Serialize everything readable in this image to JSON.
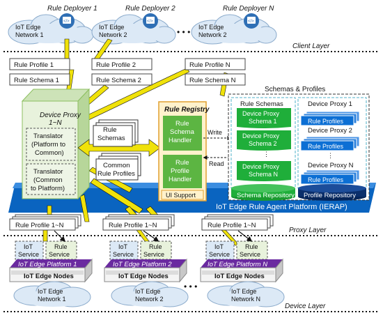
{
  "deployers": [
    {
      "label": "Rule Deployer 1",
      "network": [
        "IoT Edge",
        "Network 1"
      ]
    },
    {
      "label": "Rule Deployer 2",
      "network": [
        "IoT Edge",
        "Network 2"
      ]
    },
    {
      "label": "Rule Deployer N",
      "network": [
        "IoT Edge",
        "Network 2"
      ]
    }
  ],
  "layers": {
    "client": "Client Layer",
    "proxy": "Proxy Layer",
    "device": "Device Layer"
  },
  "client_artifacts": {
    "profiles": [
      "Rule Profile 1",
      "Rule Profile 2",
      "Rule Profile N"
    ],
    "schemas": [
      "Rule Schema 1",
      "Rule Schema 2",
      "Rule Schema N"
    ]
  },
  "device_proxy": {
    "title": [
      "Device Proxy",
      "1~N"
    ],
    "translator_top": [
      "Translator",
      "(Platform to",
      "Common)"
    ],
    "translator_bottom": [
      "Translator",
      "(Common",
      "to Platform)"
    ]
  },
  "middle_docs": {
    "schemas": [
      "Rule",
      "Schemas"
    ],
    "profiles": [
      "Common",
      "Rule Profiles"
    ]
  },
  "registry": {
    "title": "Rule Registry",
    "schema_handler": [
      "Rule",
      "Schema",
      "Handler"
    ],
    "profile_handler": [
      "Rule",
      "Profile",
      "Handler"
    ],
    "ui": "UI Support",
    "write": "Write",
    "read": "Read"
  },
  "schemas_profiles": {
    "title": "Schemas & Profiles",
    "schemas_title": "Rule Schemas",
    "schema_items": [
      [
        "Device Proxy",
        "Schema 1"
      ],
      [
        "Device Proxy",
        "Schema 2"
      ],
      [
        "Device Proxy",
        "Schema N"
      ]
    ],
    "proxy_groups": [
      "Device Proxy 1",
      "Device Proxy 2",
      "Device Proxy N"
    ],
    "profiles_label": "Rule Profiles",
    "schema_repo": "Schema Repository",
    "profile_repo": "Profile Repository"
  },
  "platform": "IoT Edge Rule Agent Platform (IERAP)",
  "proxy_profiles": [
    "Rule Profile 1~N",
    "Rule Profile 1~N",
    "Rule Profile 1~N"
  ],
  "edge_platforms": [
    {
      "service1": [
        "IoT",
        "Service"
      ],
      "service2": [
        "Rule",
        "Service"
      ],
      "platform": "IoT Edge Platform 1",
      "nodes": "IoT Edge Nodes",
      "network": [
        "IoT Edge",
        "Network 1"
      ]
    },
    {
      "service1": [
        "IoT",
        "Service"
      ],
      "service2": [
        "Rule",
        "Service"
      ],
      "platform": "IoT Edge Platform 2",
      "nodes": "IoT Edge Nodes",
      "network": [
        "IoT Edge",
        "Network 2"
      ]
    },
    {
      "service1": [
        "IoT",
        "Service"
      ],
      "service2": [
        "Rule",
        "Service"
      ],
      "platform": "IoT Edge Platform N",
      "nodes": "IoT Edge Nodes",
      "network": [
        "IoT Edge",
        "Network N"
      ]
    }
  ],
  "colors": {
    "cloud": "#dce9f6",
    "deployer_icon": "#2f6fb5",
    "arrow": "#f0e20a",
    "proxy_box": "#e8f2dc",
    "registry_box": "#fff2cc",
    "registry_green": "#5cb542",
    "schema_green": "#1fae3a",
    "profile_blue": "#0c6fd4",
    "platform": "#0a64c0",
    "edge_purple": "#6a2aa0"
  }
}
